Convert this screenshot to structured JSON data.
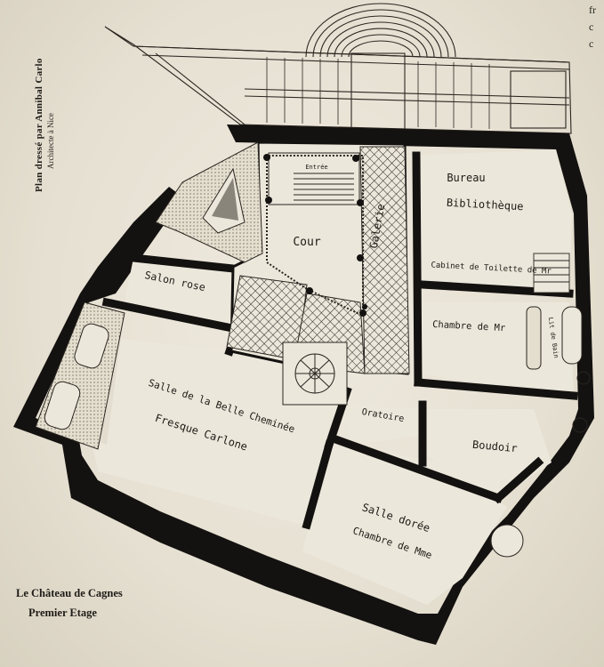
{
  "credit": {
    "line1": "Plan dressé par Annibal Carlo",
    "line2": "Architecte à Nice"
  },
  "caption": {
    "title": "Le Château de Cagnes",
    "subtitle": "Premier Etage"
  },
  "edge_fragments": [
    "fr",
    "c",
    "c"
  ],
  "rooms": {
    "bureau": "Bureau",
    "bibliotheque": "Bibliothèque",
    "cour": "Cour",
    "galerie": "Galerie",
    "entrance_small": "Entrée",
    "cabinet": "Cabinet de Toilette de Mr",
    "salon_rose": "Salon rose",
    "chambre_mr": "Chambre de Mr",
    "lit_bain": "Lit de Bain",
    "salle_belle": "Salle de la Belle Cheminée",
    "fresque": "Fresque Carlone",
    "oratoire": "Oratoire",
    "boudoir": "Boudoir",
    "salle_doree": "Salle dorée",
    "chambre_mme": "Chambre de Mme"
  },
  "colors": {
    "ink": "#1b1814",
    "paper": "#ece7db",
    "wall": "#141210"
  }
}
